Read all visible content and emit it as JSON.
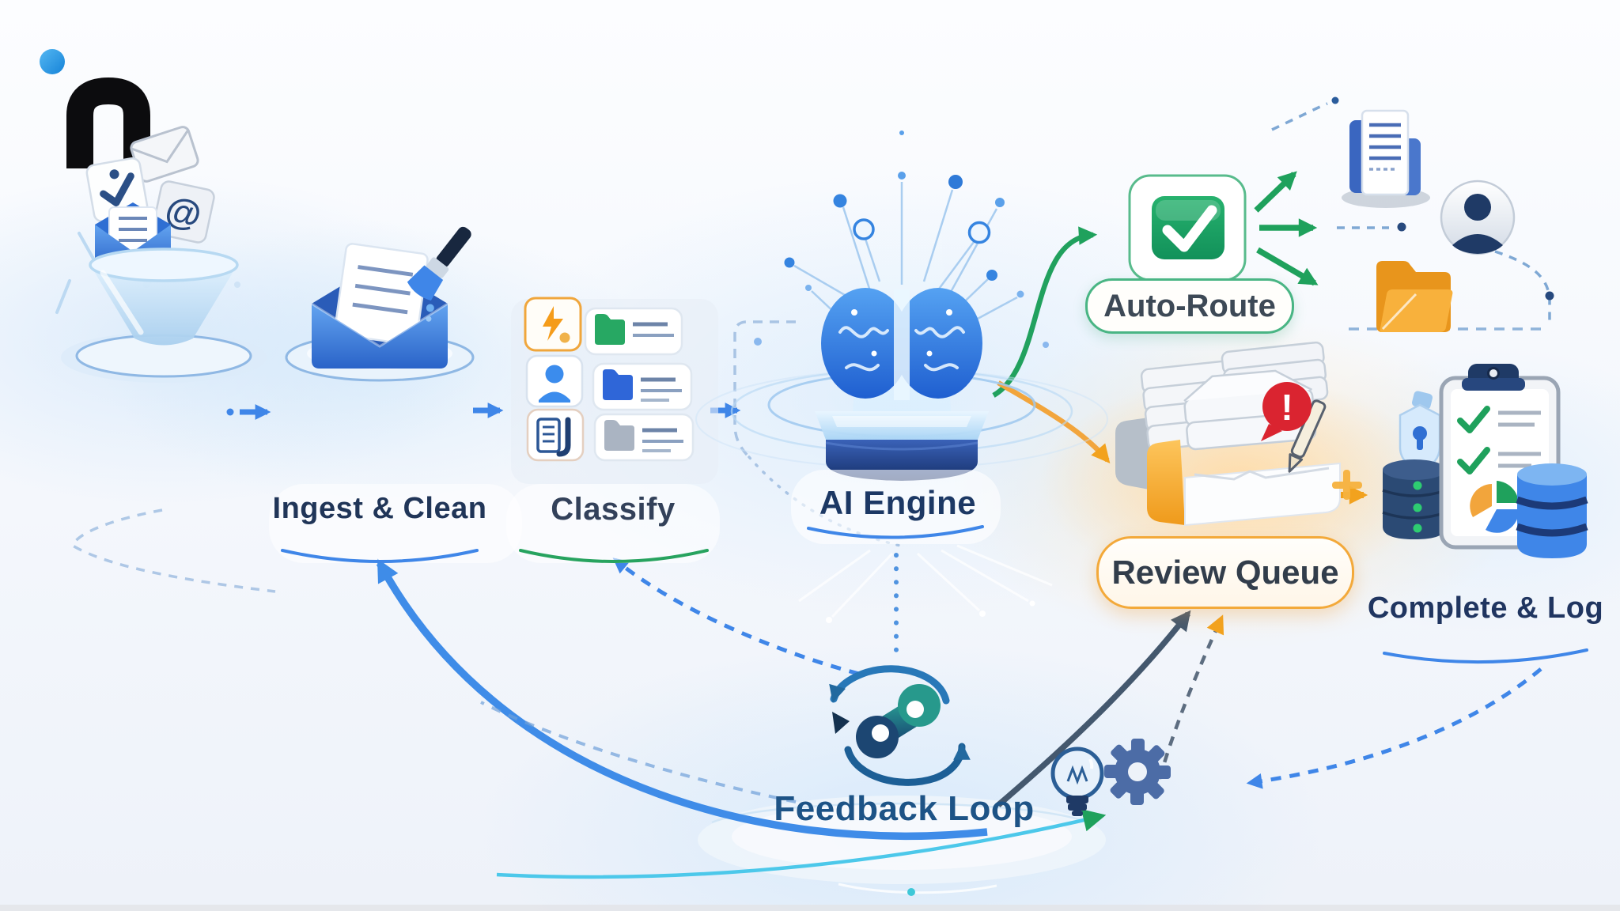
{
  "page": {
    "type": "ai-document-workflow-illustration"
  },
  "icons": {
    "at_symbol": "@",
    "alert_exclamation": "!"
  },
  "stages": {
    "ingest": {
      "label": "Ingest & Clean"
    },
    "classify": {
      "label": "Classify"
    },
    "engine": {
      "label": "AI Engine"
    },
    "autoroute": {
      "label": "Auto-Route"
    },
    "review": {
      "label": "Review Queue"
    },
    "complete": {
      "label": "Complete & Log"
    },
    "feedback": {
      "label": "Feedback Loop"
    }
  },
  "flow": {
    "main_path": [
      "Ingest & Clean",
      "Classify",
      "AI Engine"
    ],
    "branches": [
      {
        "from": "AI Engine",
        "to": "Auto-Route",
        "style": "solid-green"
      },
      {
        "from": "AI Engine",
        "to": "Review Queue",
        "style": "solid-orange"
      },
      {
        "from": "Auto-Route",
        "to": "destinations",
        "arrow_count": 3
      },
      {
        "from": "Review Queue",
        "to": "Complete & Log",
        "style": "solid-orange"
      },
      {
        "from": "Feedback Loop",
        "to": "Ingest & Clean",
        "style": "solid-blue"
      },
      {
        "from": "Feedback Loop",
        "to": "Classify",
        "style": "dashed-blue"
      },
      {
        "from": "Feedback Loop",
        "to": "Review Queue",
        "style": "solid-dark"
      },
      {
        "from": "Complete & Log",
        "to": "Feedback Loop",
        "style": "dashed-blue"
      },
      {
        "from": "AI Engine",
        "to": "Feedback Loop",
        "style": "dashed-vertical"
      }
    ]
  },
  "colors": {
    "blue": "#3f86e8",
    "green": "#1fa15c",
    "orange": "#f2a21e",
    "red": "#da2430",
    "navy": "#1f3560",
    "cyan": "#4cc8ea"
  }
}
